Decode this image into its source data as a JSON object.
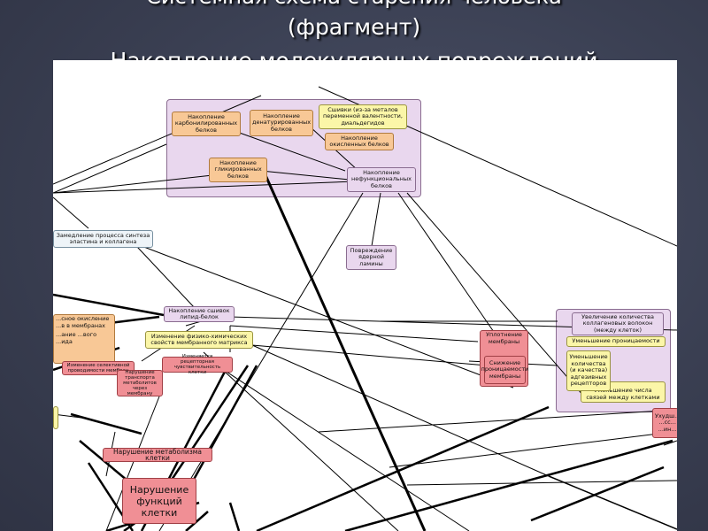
{
  "title": {
    "line1": "Системная схема старения человека",
    "line2": "(фрагмент)",
    "line3": "Накопление молекулярных повреждений"
  },
  "nodes": {
    "carbonyl": "Накопление карбонилированных белков",
    "denat": "Накопление денатурированных белков",
    "metals": "Сшивки (из-за металов переменной валентности, диальдегидов",
    "oxidized": "Накопление окисленных белков",
    "glyc": "Накопление гликированных белков",
    "nonfunc": "Накопление нефункциональных белков",
    "elastin": "Замедление процесса синтеза эластина и коллагена",
    "nuclear": "Повреждение ядерной ламины",
    "lipid": "Накопление сшивок липид-белок",
    "physchem": "Изменение физико-химических свойств мембранного матрикса",
    "oxid_mem": "...сное окисление ...в в мембранах",
    "oxid_mem2": "...ание ...вого ...ида",
    "selective": "Изменение селективной проводимости мембран",
    "receptor": "Изменяется рецепторная чувствительность клетки",
    "transport": "Нарушение транспорта метаболитов через мембрану",
    "metab": "Нарушение метаболизма клетки",
    "func": "Нарушение функций клетки",
    "densify": "Уплотнение мембраны",
    "permeab": "Снижение проницаемости мембраны",
    "collagen": "Увеличение количества коллагеновых волокон (между клеток)",
    "perm_dec": "Уменьшение проницаемости",
    "adhesive": "Уменьшение количества (и качества) адгезивных рецепторов",
    "bonds": "Уменьшение числа связей между клетками",
    "worsen": "Ухудш... ...сс... ...ин..."
  },
  "colors": {
    "orange": "#f8c896",
    "yellow": "#fbf6a8",
    "pink": "#f08f95",
    "lavender": "#e9d7ee"
  }
}
